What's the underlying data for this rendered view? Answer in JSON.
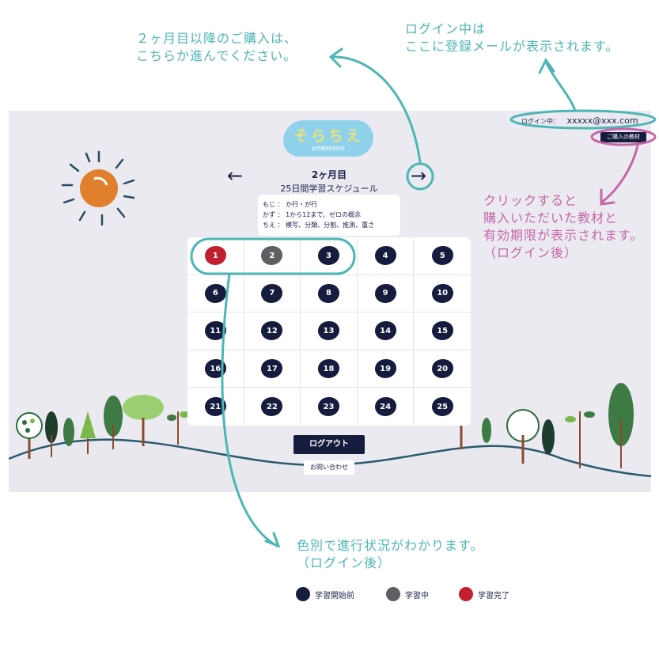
{
  "annotations": {
    "purchase_line1": "２ヶ月目以降のご購入は、",
    "purchase_line2": "こちらか進んでください。",
    "login_line1": "ログイン中は",
    "login_line2": "ここに登録メールが表示されます。",
    "click_line1": "クリックすると",
    "click_line2": "購入いただいた教材と",
    "click_line3": "有効期限が表示されます。",
    "click_line4": "（ログイン後）",
    "color_line1": "色別で進行状況がわかります。",
    "color_line2": "（ログイン後）"
  },
  "header": {
    "logo_text": "そらちえ",
    "logo_sub": "幼児教材研究所",
    "login_label": "ログイン中：",
    "login_email": "xxxxx@xxx.com",
    "purchased_button": "ご購入の教材"
  },
  "nav": {
    "prev_icon": "←",
    "next_icon": "→"
  },
  "schedule": {
    "month": "2ヶ月目",
    "title": "25日間学習スケジュール",
    "info": [
      "もじ ： か行・が行",
      "かず ： 1から12まで、ゼロの概念",
      "ちえ ： 模写、分類、分割、推測、重さ"
    ],
    "days": [
      {
        "n": "1",
        "status": "done"
      },
      {
        "n": "2",
        "status": "doing"
      },
      {
        "n": "3",
        "status": "todo"
      },
      {
        "n": "4",
        "status": "todo"
      },
      {
        "n": "5",
        "status": "todo"
      },
      {
        "n": "6",
        "status": "todo"
      },
      {
        "n": "7",
        "status": "todo"
      },
      {
        "n": "8",
        "status": "todo"
      },
      {
        "n": "9",
        "status": "todo"
      },
      {
        "n": "10",
        "status": "todo"
      },
      {
        "n": "11",
        "status": "todo"
      },
      {
        "n": "12",
        "status": "todo"
      },
      {
        "n": "13",
        "status": "todo"
      },
      {
        "n": "14",
        "status": "todo"
      },
      {
        "n": "15",
        "status": "todo"
      },
      {
        "n": "16",
        "status": "todo"
      },
      {
        "n": "17",
        "status": "todo"
      },
      {
        "n": "18",
        "status": "todo"
      },
      {
        "n": "19",
        "status": "todo"
      },
      {
        "n": "20",
        "status": "todo"
      },
      {
        "n": "21",
        "status": "todo"
      },
      {
        "n": "22",
        "status": "todo"
      },
      {
        "n": "23",
        "status": "todo"
      },
      {
        "n": "24",
        "status": "todo"
      },
      {
        "n": "25",
        "status": "todo"
      }
    ]
  },
  "buttons": {
    "logout": "ログアウト",
    "contact": "お問い合わせ"
  },
  "legend": [
    {
      "label": "学習開始前",
      "color": "#161c3d"
    },
    {
      "label": "学習中",
      "color": "#5d5f63"
    },
    {
      "label": "学習完了",
      "color": "#c2202e"
    }
  ],
  "colors": {
    "annotation_teal": "#4db6b4",
    "annotation_pink": "#c566a8",
    "navy": "#161c3d",
    "in_progress_gray": "#5d5f63",
    "done_red": "#c2202e",
    "sun_orange": "#e07f2c",
    "screen_bg": "#ebeaf1"
  }
}
